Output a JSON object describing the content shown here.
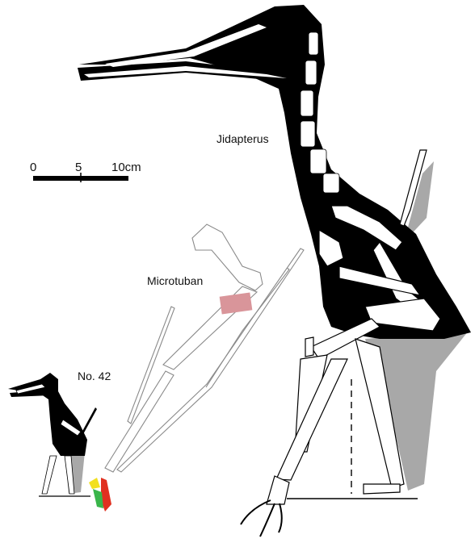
{
  "scale_bar": {
    "tick_0": "0",
    "tick_5": "5",
    "tick_10": "10cm"
  },
  "specimens": {
    "jidapterus": "Jidapterus",
    "microtuban": "Microtuban",
    "no42": "No. 42"
  },
  "colors": {
    "silhouette": "#000000",
    "bone": "#ffffff",
    "shadow": "#a8a8a8",
    "highlight_pink": "#d9959a",
    "highlight_red": "#e03020",
    "highlight_yellow": "#f2e020",
    "highlight_green": "#39b54a"
  }
}
